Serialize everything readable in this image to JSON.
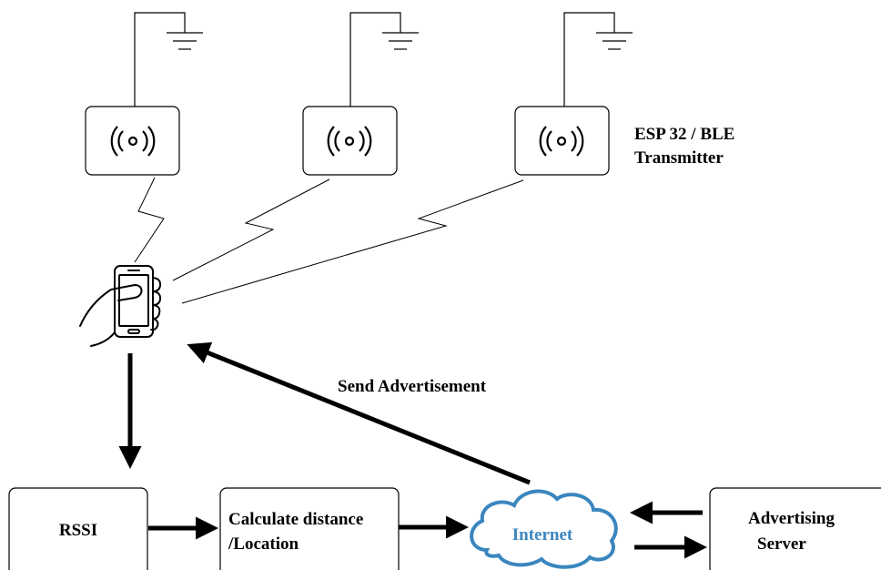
{
  "transmitter": {
    "label_line1": "ESP 32 / BLE",
    "label_line2": "Transmitter",
    "icon": "wireless-broadcast-icon"
  },
  "phone": {
    "icon": "hand-holding-smartphone-icon"
  },
  "flow": {
    "send_advertisement": "Send Advertisement",
    "rssi": "RSSI",
    "calc_line1": "Calculate distance",
    "calc_line2": "/Location",
    "internet": "Internet",
    "server_line1": "Advertising",
    "server_line2": "Server"
  },
  "colors": {
    "line": "#000000",
    "internet_text": "#3a86bf",
    "cloud_stroke": "#3a86bf",
    "cloud_fill": "#ffffff"
  }
}
